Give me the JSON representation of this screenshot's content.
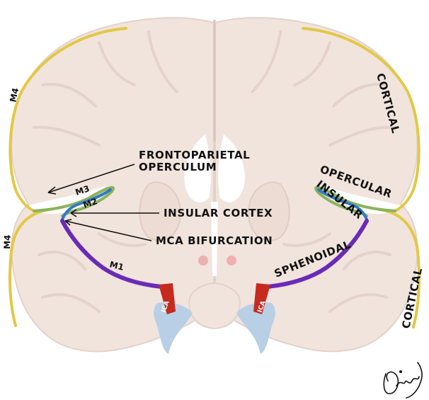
{
  "labels": {
    "frontoparietal_line1": "FRONTOPARIETAL",
    "frontoparietal_line2": "OPERCULUM",
    "insular_cortex": "INSULAR CORTEX",
    "mca_bifurcation": "MCA BIFURCATION",
    "seg_m1": "M1",
    "seg_m2": "M2",
    "seg_m3": "M3",
    "seg_m4_upper": "M4",
    "seg_m4_lower": "M4",
    "cortical_upper": "CORTICAL",
    "cortical_lower": "CORTICAL",
    "opercular": "OPERCULAR",
    "insular": "INSULAR",
    "sphenoidal": "SPHENOIDAL",
    "ica_left": "ICA",
    "ica_right": "ICA"
  },
  "colors": {
    "brain": "#f1e4dd",
    "brain_outline": "#e3d2ca",
    "white_matter_space": "#ffffff",
    "csf_blue": "#b9cfe6",
    "m1_purple": "#6a2bb7",
    "m2_blue": "#2f79c9",
    "m3_green": "#8ab35a",
    "m4_yellow": "#e2c845",
    "ica_red": "#c62a1f",
    "mammillary_pink": "#eeb0b0"
  }
}
